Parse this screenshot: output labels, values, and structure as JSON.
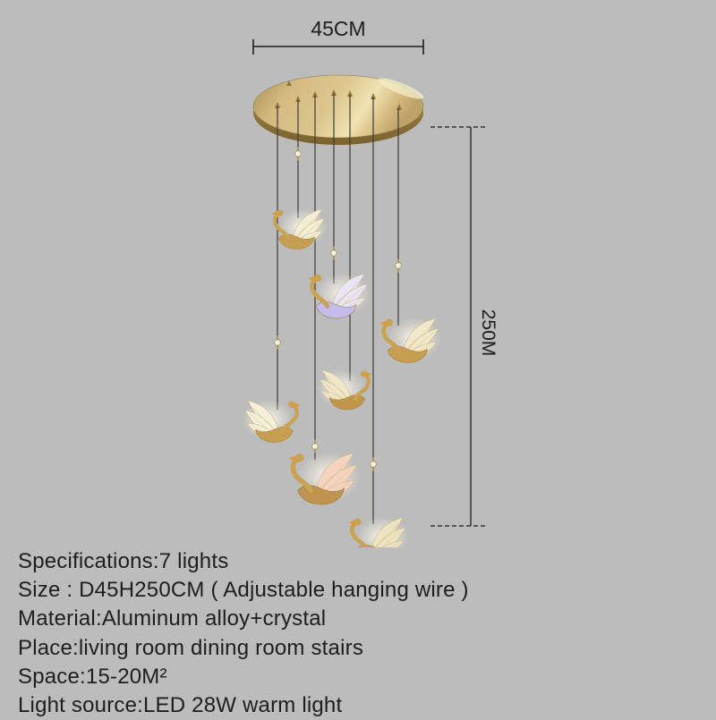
{
  "background_color": "#bcbcbc",
  "image_type": "product-dimension-diagram",
  "dimensions": {
    "width_label": "45CM",
    "height_label": "250M"
  },
  "chandelier": {
    "canopy_color": "#d6bd85",
    "wire_color": "#3f3d39",
    "lights_count": 7,
    "swans": [
      {
        "id": 1,
        "variant": "champagne",
        "facing": "left"
      },
      {
        "id": 2,
        "variant": "crystal-purple",
        "facing": "left"
      },
      {
        "id": 3,
        "variant": "champagne",
        "facing": "left"
      },
      {
        "id": 4,
        "variant": "champagne",
        "facing": "right"
      },
      {
        "id": 5,
        "variant": "champagne",
        "facing": "right"
      },
      {
        "id": 6,
        "variant": "pink",
        "facing": "left"
      },
      {
        "id": 7,
        "variant": "champagne",
        "facing": "left"
      }
    ]
  },
  "specs": {
    "lines": [
      "Specifications:7 lights",
      "Size : D45H250CM ( Adjustable hanging wire )",
      "Material:Aluminum alloy+crystal",
      "Place:living room dining room stairs",
      "Space:15-20M²",
      "Light source:LED 28W warm light"
    ]
  }
}
